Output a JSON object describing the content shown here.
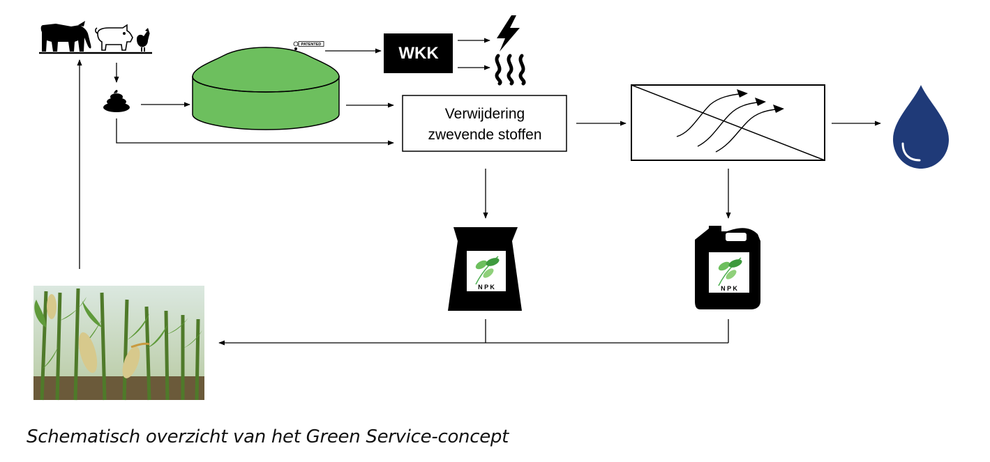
{
  "diagram": {
    "wkk_label": "WKK",
    "patented_badge": "PATENTED",
    "separation_line1": "Verwijdering",
    "separation_line2": "zwevende stoffen",
    "npk_bag_label": "N P K",
    "npk_can_label": "N P K"
  },
  "caption": "Schematisch overzicht van het Green Service-concept",
  "colors": {
    "digester_green": "#6dbf5e",
    "water_blue": "#1f3a78",
    "leaf_green": "#4caf50",
    "ink": "#000000"
  }
}
